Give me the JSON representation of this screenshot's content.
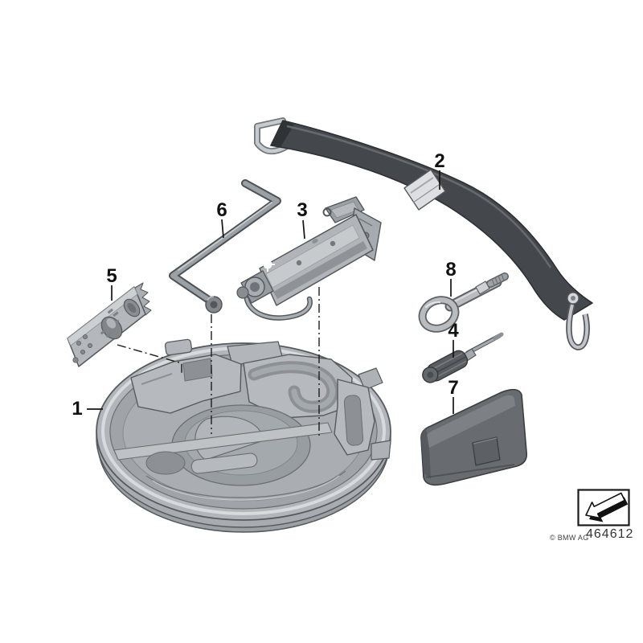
{
  "diagram": {
    "callouts": [
      {
        "number": "1",
        "target": "wheel-well-tool-tray"
      },
      {
        "number": "2",
        "target": "securing-strap"
      },
      {
        "number": "3",
        "target": "scissor-jack"
      },
      {
        "number": "4",
        "target": "screwdriver"
      },
      {
        "number": "5",
        "target": "mounting-bracket"
      },
      {
        "number": "6",
        "target": "jack-crank-handle"
      },
      {
        "number": "7",
        "target": "tool-case"
      },
      {
        "number": "8",
        "target": "tow-hook"
      }
    ],
    "footer": {
      "copyright": "© BMW AG",
      "diagram_number": "464612",
      "arrow_icon": "black-corner-arrow-icon"
    },
    "colors": {
      "background": "#ffffff",
      "outline": "#55595d",
      "part_gray": "#b2b6ba",
      "strap_dark": "#44484c",
      "case_gray": "#686c70",
      "label": "#111111"
    }
  }
}
